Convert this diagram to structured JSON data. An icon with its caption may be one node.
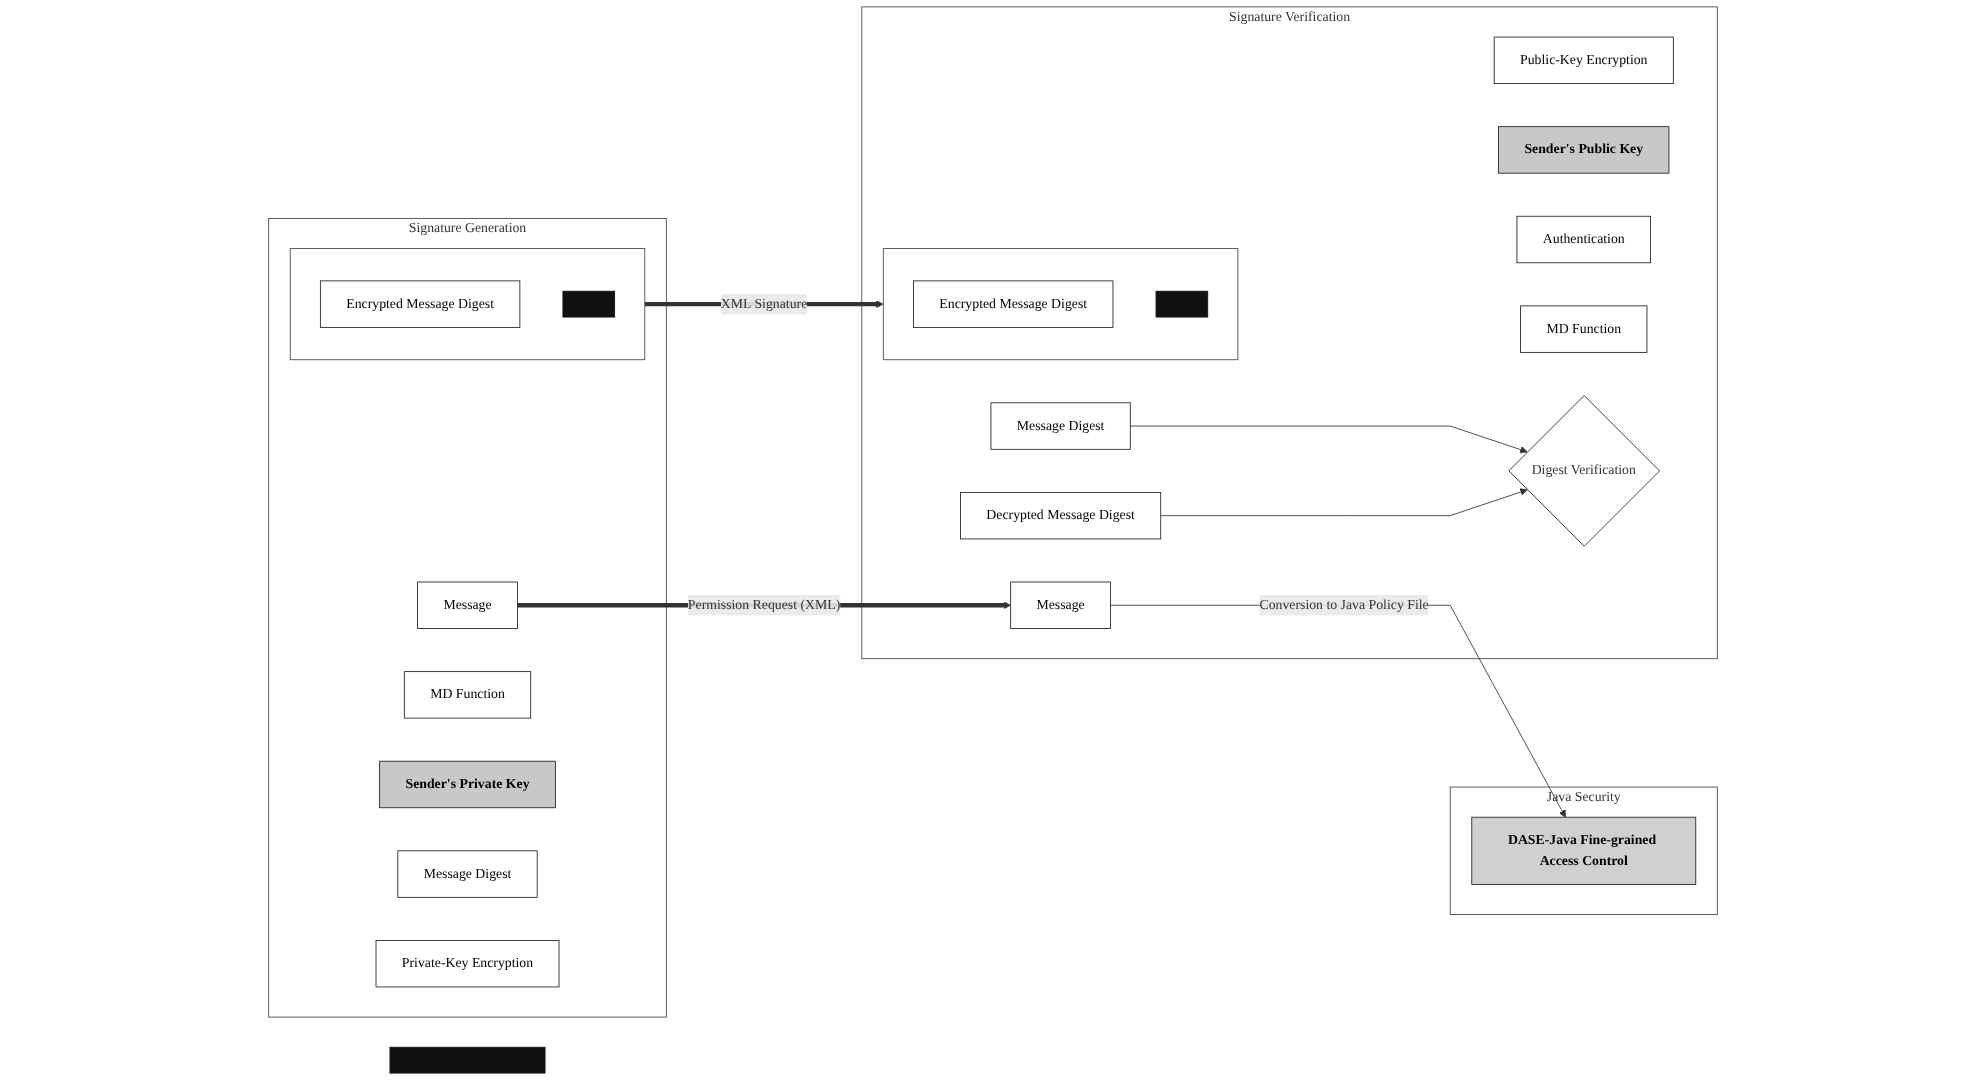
{
  "diagram": {
    "nodes": [
      {
        "text": [
          "Signature Generation"
        ]
      },
      {
        "text": [
          "Message"
        ],
        "in": 0
      },
      {
        "text": [
          "MD Function"
        ],
        "in": 0
      },
      {
        "text": [
          "Sender's Private Key"
        ],
        "in": 0
      },
      {
        "text": [
          "Message Digest"
        ],
        "in": 0
      },
      {
        "text": [
          "Private-Key Encryption"
        ],
        "in": 0
      },
      {
        "text": [],
        "shape": "box",
        "in": 0
      },
      {
        "text": [
          "Encrypted Message Digest"
        ],
        "in": 6
      },
      {
        "text": [],
        "shape": "box",
        "in": 6
      },
      {
        "text": [
          "Signature Verification"
        ]
      },
      {
        "text": [
          "Message Digest"
        ],
        "in": 9
      },
      {
        "text": [
          "MD Function"
        ],
        "in": 9
      },
      {
        "text": [
          "Digest Verification"
        ],
        "in": 9
      },
      {
        "text": [
          "Message"
        ],
        "in": 9
      },
      {
        "text": [
          "Decrypted Message Digest"
        ],
        "in": 9
      },
      {
        "text": [
          "Public-Key Encryption"
        ],
        "in": 9
      },
      {
        "text": [],
        "shape": "box",
        "in": 9
      },
      {
        "text": [
          "Encrypted Message Digest"
        ],
        "in": 16
      },
      {
        "text": [],
        "shape": "box",
        "in": 16
      },
      {
        "text": [
          "Sender's Public Key"
        ],
        "in": 9
      },
      {
        "text": [
          "Authentication"
        ],
        "in": 9
      },
      {
        "text": [
          "Java Security"
        ]
      },
      {
        "text": [
          "DASE-Java Fine-grained Access Control"
        ],
        "in": 21
      },
      {
        "text": [],
        "shape": "bar"
      }
    ],
    "edges": [
      {
        "from": 1,
        "to": 13,
        "arrow": "to",
        "label": "Permission Request (XML)",
        "style": "thick"
      },
      {
        "from": 6,
        "to": 16,
        "arrow": "to",
        "label": "XML Signature",
        "style": "thick"
      },
      {
        "from": 10,
        "to": 12,
        "arrow": "to"
      },
      {
        "from": 14,
        "to": 12,
        "arrow": "to"
      },
      {
        "from": 13,
        "to": 22,
        "arrow": "to",
        "label": "Conversion to Java Policy File"
      }
    ]
  }
}
